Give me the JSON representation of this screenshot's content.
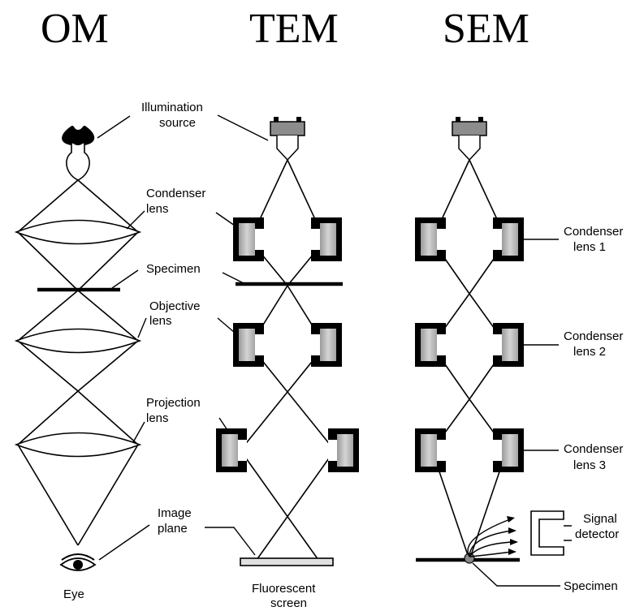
{
  "titles": {
    "om": "OM",
    "tem": "TEM",
    "sem": "SEM"
  },
  "om_labels": {
    "illumination_line1": "Illumination",
    "illumination_line2": "source",
    "condenser_line1": "Condenser",
    "condenser_line2": "lens",
    "specimen": "Specimen",
    "objective_line1": "Objective",
    "objective_line2": "lens",
    "projection_line1": "Projection",
    "projection_line2": "lens",
    "image_plane_line1": "Image",
    "image_plane_line2": "plane",
    "eye": "Eye"
  },
  "tem_labels": {
    "fluorescent_line1": "Fluorescent",
    "fluorescent_line2": "screen"
  },
  "sem_labels": {
    "condenser1_line1": "Condenser",
    "condenser1_line2": "lens 1",
    "condenser2_line1": "Condenser",
    "condenser2_line2": "lens 2",
    "condenser3_line1": "Condenser",
    "condenser3_line2": "lens 3",
    "signal_line1": "Signal",
    "signal_line2": "detector",
    "specimen": "Specimen"
  }
}
